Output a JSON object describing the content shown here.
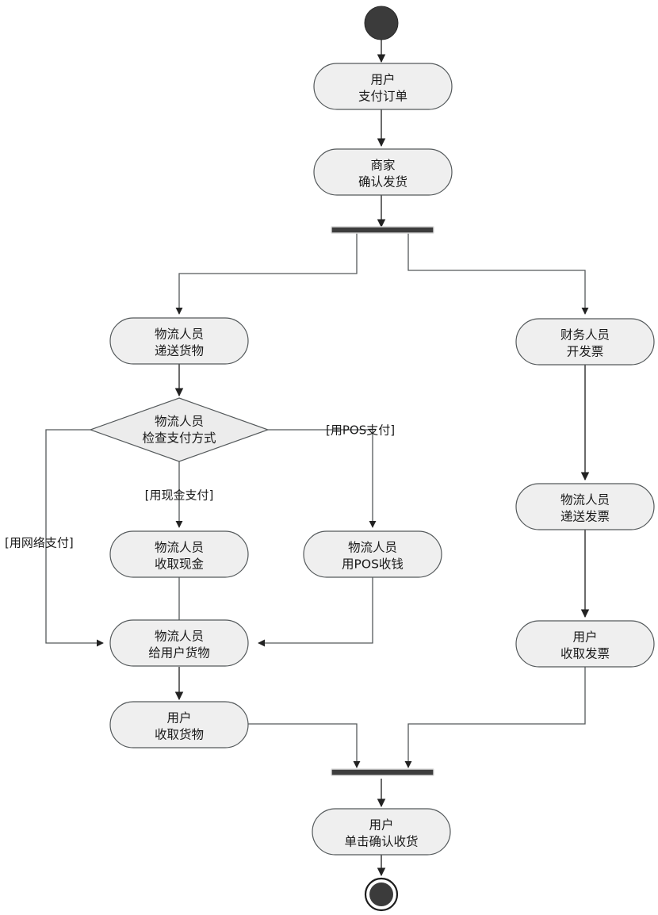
{
  "diagram": {
    "type": "uml-activity-diagram",
    "title": "",
    "nodes": {
      "start": {
        "kind": "initial-node",
        "label": ""
      },
      "pay_order": {
        "kind": "action",
        "line1": "用户",
        "line2": "支付订单"
      },
      "confirm_ship": {
        "kind": "action",
        "line1": "商家",
        "line2": "确认发货"
      },
      "fork": {
        "kind": "fork-bar",
        "label": ""
      },
      "deliver_goods": {
        "kind": "action",
        "line1": "物流人员",
        "line2": "递送货物"
      },
      "check_payment": {
        "kind": "decision",
        "line1": "物流人员",
        "line2": "检查支付方式"
      },
      "collect_cash": {
        "kind": "action",
        "line1": "物流人员",
        "line2": "收取现金"
      },
      "collect_pos": {
        "kind": "action",
        "line1": "物流人员",
        "line2": "用POS收钱"
      },
      "give_goods": {
        "kind": "action",
        "line1": "物流人员",
        "line2": "给用户货物"
      },
      "receive_goods": {
        "kind": "action",
        "line1": "用户",
        "line2": "收取货物"
      },
      "issue_invoice": {
        "kind": "action",
        "line1": "财务人员",
        "line2": "开发票"
      },
      "deliver_invoice": {
        "kind": "action",
        "line1": "物流人员",
        "line2": "递送发票"
      },
      "receive_invoice": {
        "kind": "action",
        "line1": "用户",
        "line2": "收取发票"
      },
      "join": {
        "kind": "join-bar",
        "label": ""
      },
      "confirm_receipt": {
        "kind": "action",
        "line1": "用户",
        "line2": "单击确认收货"
      },
      "end": {
        "kind": "final-node",
        "label": ""
      }
    },
    "guards": {
      "pos": "[用POS支付]",
      "cash": "[用现金支付]",
      "online": "[用网络支付]"
    },
    "colors": {
      "node_fill": "#efefef",
      "node_stroke": "#54595b",
      "bar_fill": "#3d3d3d",
      "line": "#3a3a3a",
      "text": "#1a1a1a",
      "background": "#ffffff"
    }
  }
}
